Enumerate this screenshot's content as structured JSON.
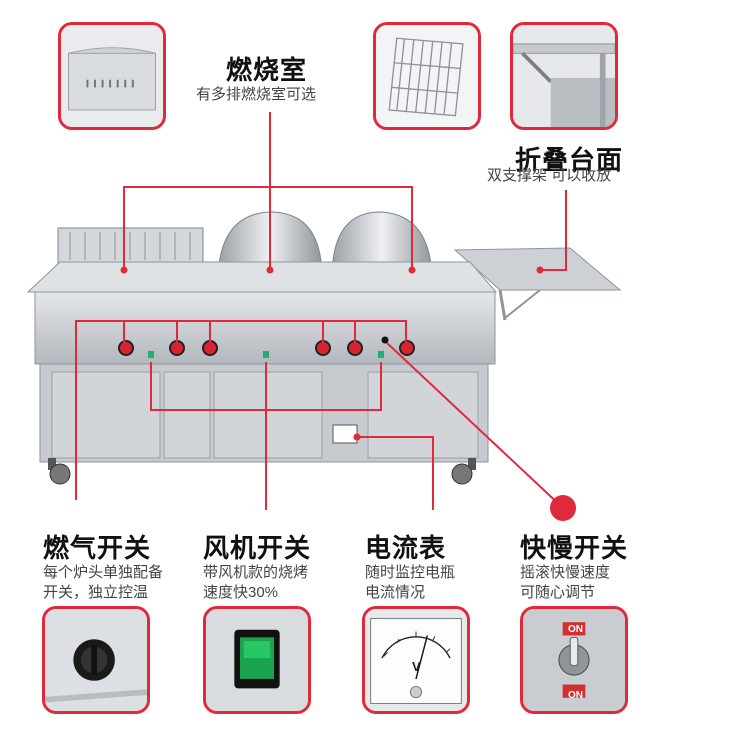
{
  "top": {
    "chamber": {
      "title": "燃烧室",
      "desc": "有多排燃烧室可选",
      "icon": "grill-chamber-photo"
    },
    "rack_icon": "grill-rack-photo",
    "table_icon": "folding-table-photo",
    "table": {
      "title": "折叠台面",
      "desc": "双支撑架 可以收放"
    }
  },
  "features": [
    {
      "title": "燃气开关",
      "desc1": "每个炉头单独配备",
      "desc2": "开关，独立控温",
      "icon": "gas-knob-photo"
    },
    {
      "title": "风机开关",
      "desc1": "带风机款的烧烤",
      "desc2": "速度快30%",
      "icon": "fan-switch-photo"
    },
    {
      "title": "电流表",
      "desc1": "随时监控电瓶",
      "desc2": "电流情况",
      "icon": "ammeter-photo"
    },
    {
      "title": "快慢开关",
      "desc1": "摇滚快慢速度",
      "desc2": "可随心调节",
      "icon": "speed-toggle-photo"
    }
  ],
  "ammeter_unit": "V",
  "toggle_labels": [
    "ON",
    "ON"
  ],
  "colors": {
    "accent": "#e0293a",
    "steel": "#c9cdd2"
  }
}
